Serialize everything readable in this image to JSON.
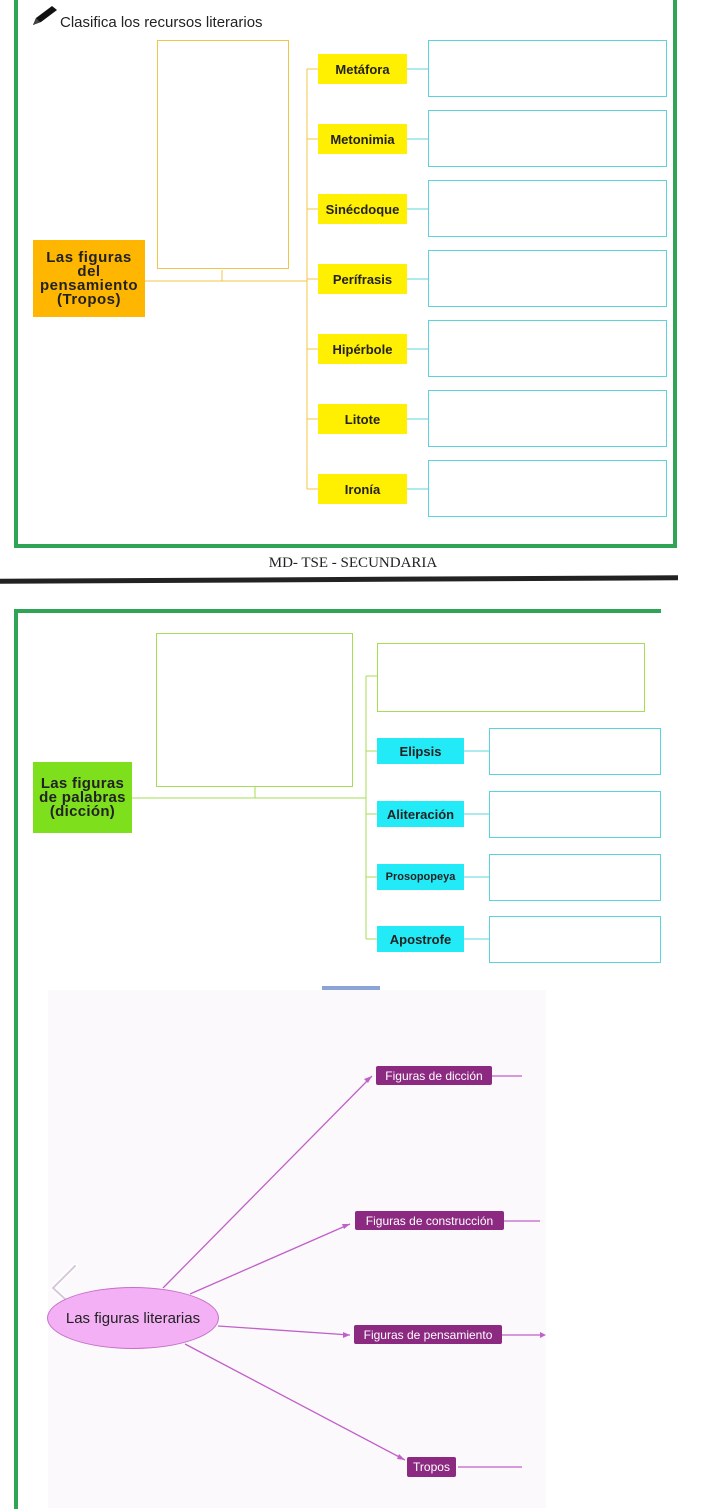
{
  "worksheet": {
    "title": "Clasifica los recursos literarios",
    "footer": "MD- TSE - SECUNDARIA"
  },
  "section1": {
    "root_lines": [
      "Las figuras",
      "del",
      "pensamiento",
      "(Tropos)"
    ],
    "items": [
      "Metáfora",
      "Metonimia",
      "Sinécdoque",
      "Perífrasis",
      "Hipérbole",
      "Litote",
      "Ironía"
    ]
  },
  "section2": {
    "root_lines": [
      "Las figuras",
      "de palabras",
      "(dicción)"
    ],
    "items": [
      "Elipsis",
      "Aliteración",
      "Prosopopeya",
      "Apostrofe"
    ]
  },
  "mindmap": {
    "center": "Las figuras literarias",
    "branches": [
      "Figuras de dicción",
      "Figuras de construcción",
      "Figuras de pensamiento",
      "Tropos"
    ]
  },
  "colors": {
    "frame": "#2fa356",
    "tropos_root": "#ffb600",
    "tropos_label": "#ffef00",
    "diccion_root": "#7ee01d",
    "diccion_label": "#22eaf7",
    "mindmap_node": "#8c2a82",
    "mindmap_center": "#f3b0f5"
  }
}
